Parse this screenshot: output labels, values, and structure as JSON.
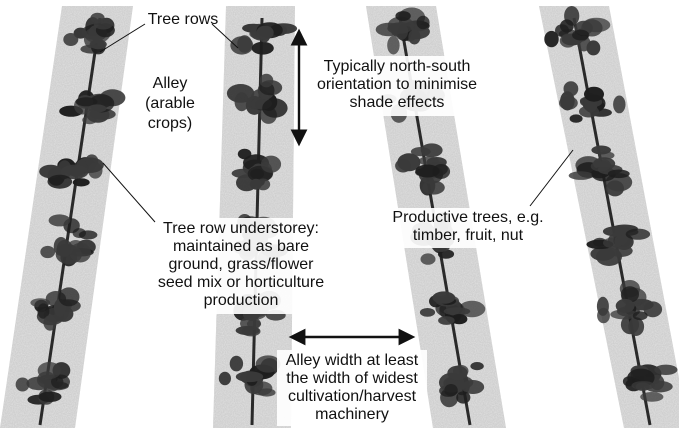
{
  "labels": {
    "tree_rows": "Tree rows",
    "alley": [
      "Alley",
      "(arable",
      "crops)"
    ],
    "orientation": [
      "Typically north-south",
      "orientation to minimise",
      "shade effects"
    ],
    "understorey": [
      "Tree row understorey:",
      "maintained as bare",
      "ground, grass/flower",
      "seed mix or horticulture",
      "production"
    ],
    "productive": [
      "Productive trees, e.g.",
      "timber, fruit, nut"
    ],
    "alley_width": [
      "Alley width at least",
      "the width of widest",
      "cultivation/harvest",
      "machinery"
    ]
  },
  "colors": {
    "strip": "#c9c9c9",
    "foliage": "#3a3a3a",
    "foliage_dark": "#1e1e1e",
    "trunk": "#2a2a2a",
    "arrow": "#111111"
  }
}
